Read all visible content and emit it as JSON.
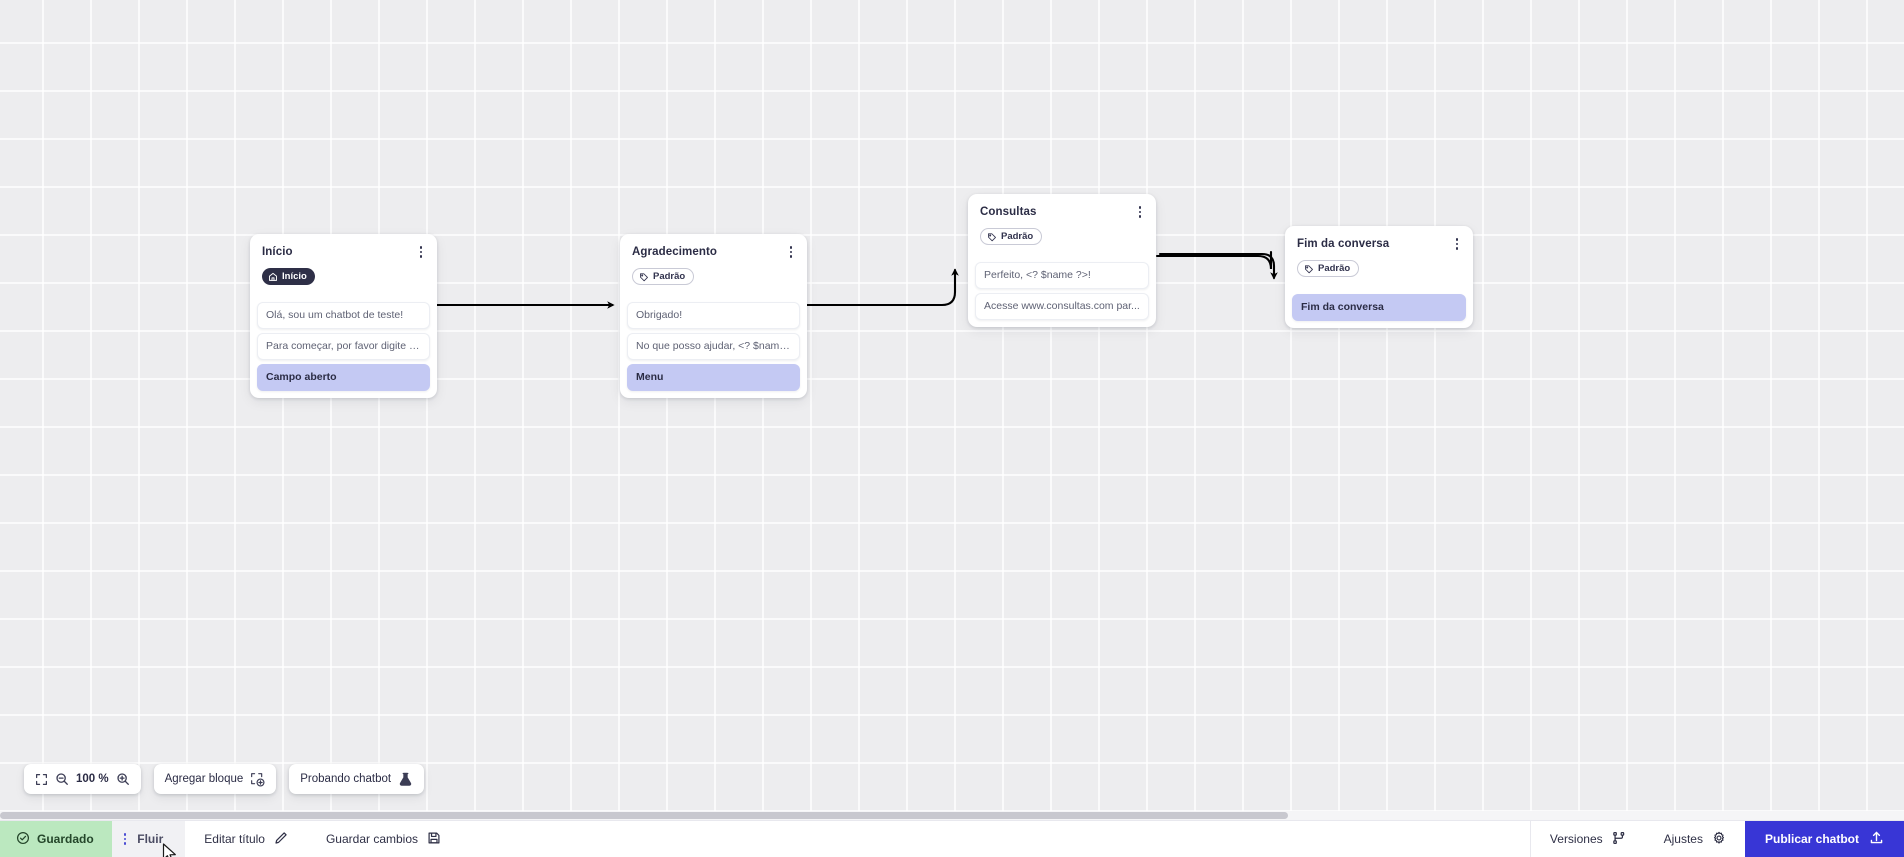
{
  "canvas": {
    "zoom_label": "100 %",
    "zoom_in_icon": "zoom-in-icon",
    "zoom_out_icon": "zoom-out-icon",
    "fit_icon": "fit-screen-icon",
    "add_block_label": "Agregar bloque",
    "add_block_icon": "add-block-icon",
    "test_chatbot_label": "Probando chatbot",
    "test_chatbot_icon": "flask-icon"
  },
  "nodes": [
    {
      "id": "inicio",
      "title": "Início",
      "badge": {
        "label": "Início",
        "type": "start",
        "icon": "home-icon"
      },
      "menu_icon": "more-vertical-icon",
      "messages": [
        {
          "text": "Olá, sou um chatbot de teste!",
          "type": "message"
        },
        {
          "text": "Para começar, por favor digite o ...",
          "type": "message"
        },
        {
          "text": "Campo aberto",
          "type": "action"
        }
      ]
    },
    {
      "id": "agradecimento",
      "title": "Agradecimento",
      "badge": {
        "label": "Padrão",
        "type": "default",
        "icon": "tag-icon"
      },
      "menu_icon": "more-vertical-icon",
      "messages": [
        {
          "text": "Obrigado!",
          "type": "message"
        },
        {
          "text": "No que posso ajudar, <? $name ...",
          "type": "message"
        },
        {
          "text": "Menu",
          "type": "action"
        }
      ]
    },
    {
      "id": "consultas",
      "title": "Consultas",
      "badge": {
        "label": "Padrão",
        "type": "default",
        "icon": "tag-icon"
      },
      "menu_icon": "more-vertical-icon",
      "messages": [
        {
          "text": "Perfeito, <? $name ?>!",
          "type": "message"
        },
        {
          "text": "Acesse www.consultas.com par...",
          "type": "message"
        }
      ]
    },
    {
      "id": "fim",
      "title": "Fim da conversa",
      "badge": {
        "label": "Padrão",
        "type": "default",
        "icon": "tag-icon"
      },
      "menu_icon": "more-vertical-icon",
      "messages": [
        {
          "text": "Fim da conversa",
          "type": "action"
        }
      ]
    }
  ],
  "statusbar": {
    "saved_label": "Guardado",
    "saved_icon": "check-circle-icon",
    "tab_label": "Fluir",
    "tab_menu_icon": "more-vertical-icon",
    "edit_title_label": "Editar título",
    "edit_title_icon": "pencil-icon",
    "save_changes_label": "Guardar cambios",
    "save_changes_icon": "save-disk-icon",
    "versions_label": "Versiones",
    "versions_icon": "git-branch-icon",
    "settings_label": "Ajustes",
    "settings_icon": "gear-icon",
    "publish_label": "Publicar chatbot",
    "publish_icon": "upload-icon"
  },
  "colors": {
    "accent_blue": "#3836d6",
    "action_lavender": "#c4c9f3",
    "saved_green": "#bbe8bf",
    "node_dark": "#2e2f47"
  }
}
